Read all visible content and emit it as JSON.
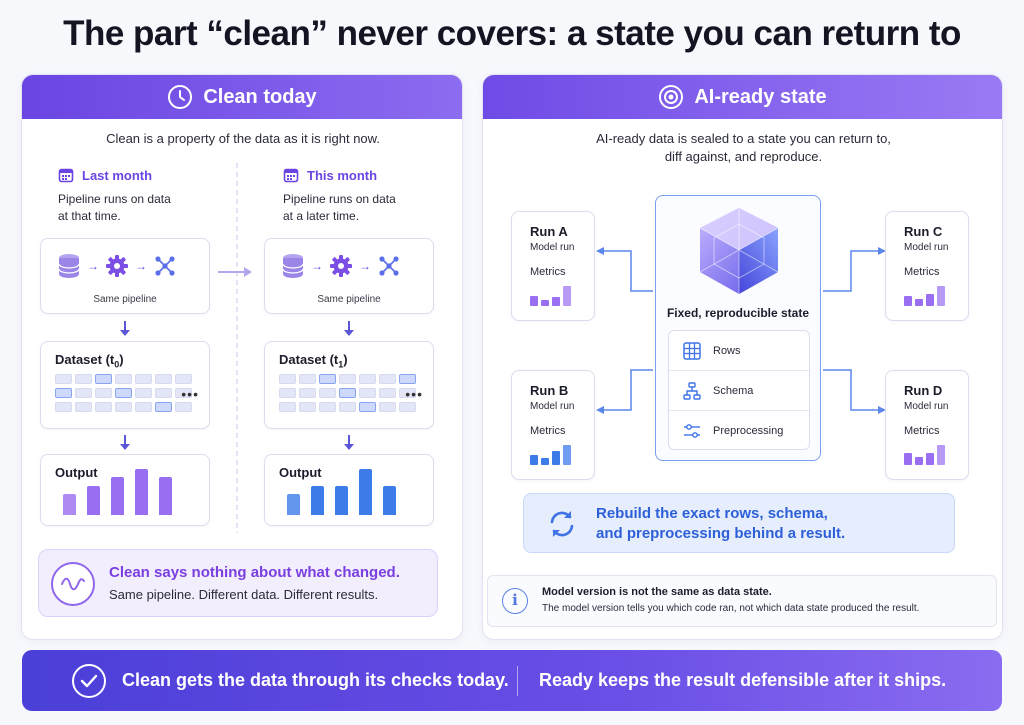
{
  "title": "The part “clean” never covers: a state you can return to",
  "left": {
    "header": "Clean today",
    "lead": "Clean is a property of the data as it is right now.",
    "periods": [
      {
        "label": "Last month",
        "desc_line1": "Pipeline runs on data",
        "desc_line2": "at that time.",
        "pipeline_caption": "Same pipeline",
        "dataset_label": "Dataset (t",
        "dataset_sub": "0",
        "dataset_close": ")",
        "output_label": "Output",
        "output_values": [
          1,
          2,
          3,
          4,
          3
        ]
      },
      {
        "label": "This month",
        "desc_line1": "Pipeline runs on data",
        "desc_line2": "at a later time.",
        "pipeline_caption": "Same pipeline",
        "dataset_label": "Dataset (t",
        "dataset_sub": "1",
        "dataset_close": ")",
        "output_label": "Output",
        "output_values": [
          1,
          2,
          2,
          4,
          2
        ]
      }
    ],
    "callout_title": "Clean says nothing about what changed.",
    "callout_sub": "Same pipeline. Different data. Different results."
  },
  "right": {
    "header": "AI-ready state",
    "lead_line1": "AI-ready data is sealed to a state you can return to,",
    "lead_line2": "diff against, and reproduce.",
    "runs": [
      {
        "title": "Run A",
        "sub": "Model run",
        "metrics": "Metrics"
      },
      {
        "title": "Run C",
        "sub": "Model run",
        "metrics": "Metrics"
      },
      {
        "title": "Run B",
        "sub": "Model run",
        "metrics": "Metrics"
      },
      {
        "title": "Run D",
        "sub": "Model run",
        "metrics": "Metrics"
      }
    ],
    "state_label": "Fixed, reproducible state",
    "state_rows": [
      "Rows",
      "Schema",
      "Preprocessing"
    ],
    "rebuild_line1": "Rebuild the exact rows, schema,",
    "rebuild_line2": "and preprocessing behind a result.",
    "note_title": "Model version is not the same as data state.",
    "note_sub": "The model version tells you which code ran, not which data state produced the result."
  },
  "footer": {
    "left": "Clean gets the data through its checks today.",
    "right": "Ready keeps the result defensible after it ships."
  },
  "colors": {
    "accent_purple": "#6a45e2",
    "accent_blue": "#3f73e6",
    "bar_purple": "#9a6ef0",
    "bar_blue": "#3d7be8"
  }
}
